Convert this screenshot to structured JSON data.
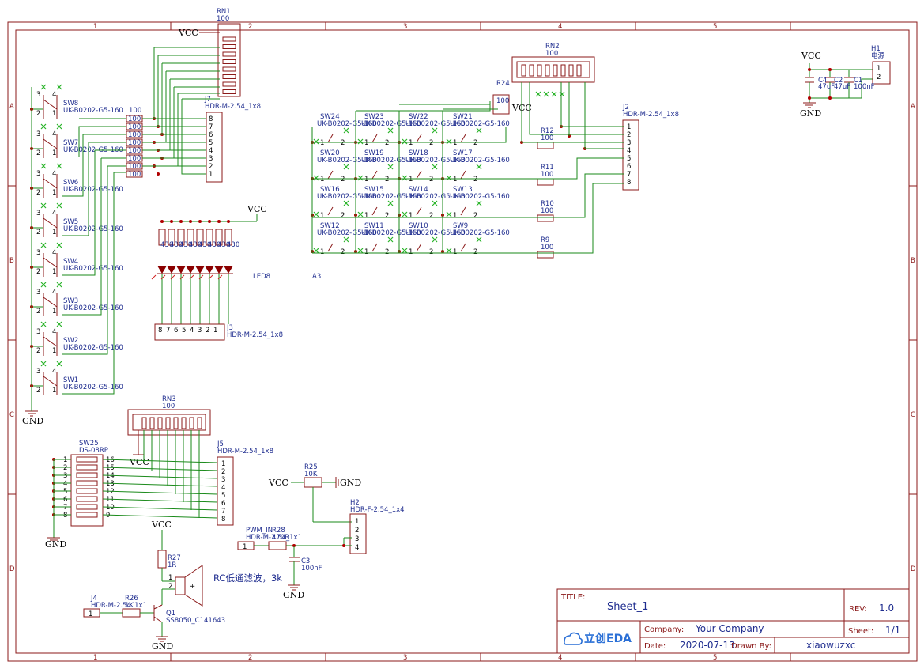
{
  "frame": {
    "columns": [
      "1",
      "2",
      "3",
      "4",
      "5"
    ],
    "rows": [
      "A",
      "B",
      "C",
      "D"
    ]
  },
  "power": {
    "vcc": "VCC",
    "gnd": "GND"
  },
  "components": {
    "rn1": {
      "ref": "RN1",
      "value": "100"
    },
    "rn2": {
      "ref": "RN2",
      "value": "100"
    },
    "rn3": {
      "ref": "RN3",
      "value": "100"
    },
    "j7": {
      "ref": "J7",
      "value": "HDR-M-2.54_1x8"
    },
    "j2": {
      "ref": "J2",
      "value": "HDR-M-2.54_1x8"
    },
    "j3": {
      "ref": "J3",
      "value": "HDR-M-2.54_1x8"
    },
    "j5": {
      "ref": "J5",
      "value": "HDR-M-2.54_1x8"
    },
    "h1": {
      "ref": "H1",
      "value": "电源"
    },
    "h2": {
      "ref": "H2",
      "value": "HDR-F-2.54_1x4"
    },
    "c1": {
      "ref": "C1",
      "value": "100nF"
    },
    "c2": {
      "ref": "C2",
      "value": "47uF"
    },
    "c4": {
      "ref": "C4",
      "value": "47uF"
    },
    "c3": {
      "ref": "C3",
      "value": "100nF"
    },
    "r25": {
      "ref": "R25",
      "value": "10K"
    },
    "r27": {
      "ref": "R27",
      "value": "1R"
    },
    "r28": {
      "ref": "R28",
      "value": "470R"
    },
    "r26": {
      "ref": "R26",
      "value": "1K"
    },
    "r24": {
      "ref": "R24",
      "value": "100"
    },
    "q1": {
      "ref": "Q1",
      "value": "SS8050_C141643"
    },
    "j4": {
      "ref": "J4",
      "value": "HDR-M-2.54_1x1"
    },
    "pwm": {
      "ref": "PWM_IN",
      "value": "HDR-M-2.54_1x1"
    },
    "sw25": {
      "ref": "SW25",
      "value": "DS-08RP"
    },
    "led": {
      "ref": "LED8",
      "value": "A3"
    },
    "res_value": "100",
    "led_res_value": "430",
    "sw_value": "UK-B0202-G5-160"
  },
  "left_switches": [
    "SW8",
    "SW7",
    "SW6",
    "SW5",
    "SW4",
    "SW3",
    "SW2",
    "SW1"
  ],
  "matrix_switches": [
    [
      "SW24",
      "SW23",
      "SW22",
      "SW21"
    ],
    [
      "SW20",
      "SW19",
      "SW18",
      "SW17"
    ],
    [
      "SW16",
      "SW15",
      "SW14",
      "SW13"
    ],
    [
      "SW12",
      "SW11",
      "SW10",
      "SW9"
    ]
  ],
  "matrix_resistors": [
    "R12",
    "R11",
    "R10",
    "R9"
  ],
  "annotation": "RC低通滤波，3k",
  "title_block": {
    "title_label": "TITLE:",
    "title": "Sheet_1",
    "rev_label": "REV:",
    "rev": "1.0",
    "company_label": "Company:",
    "company": "Your Company",
    "sheet_label": "Sheet:",
    "sheet": "1/1",
    "date_label": "Date:",
    "date": "2020-07-13",
    "drawn_label": "Drawn By:",
    "drawn_by": "xiaowuzxc",
    "logo": "立创EDA"
  }
}
